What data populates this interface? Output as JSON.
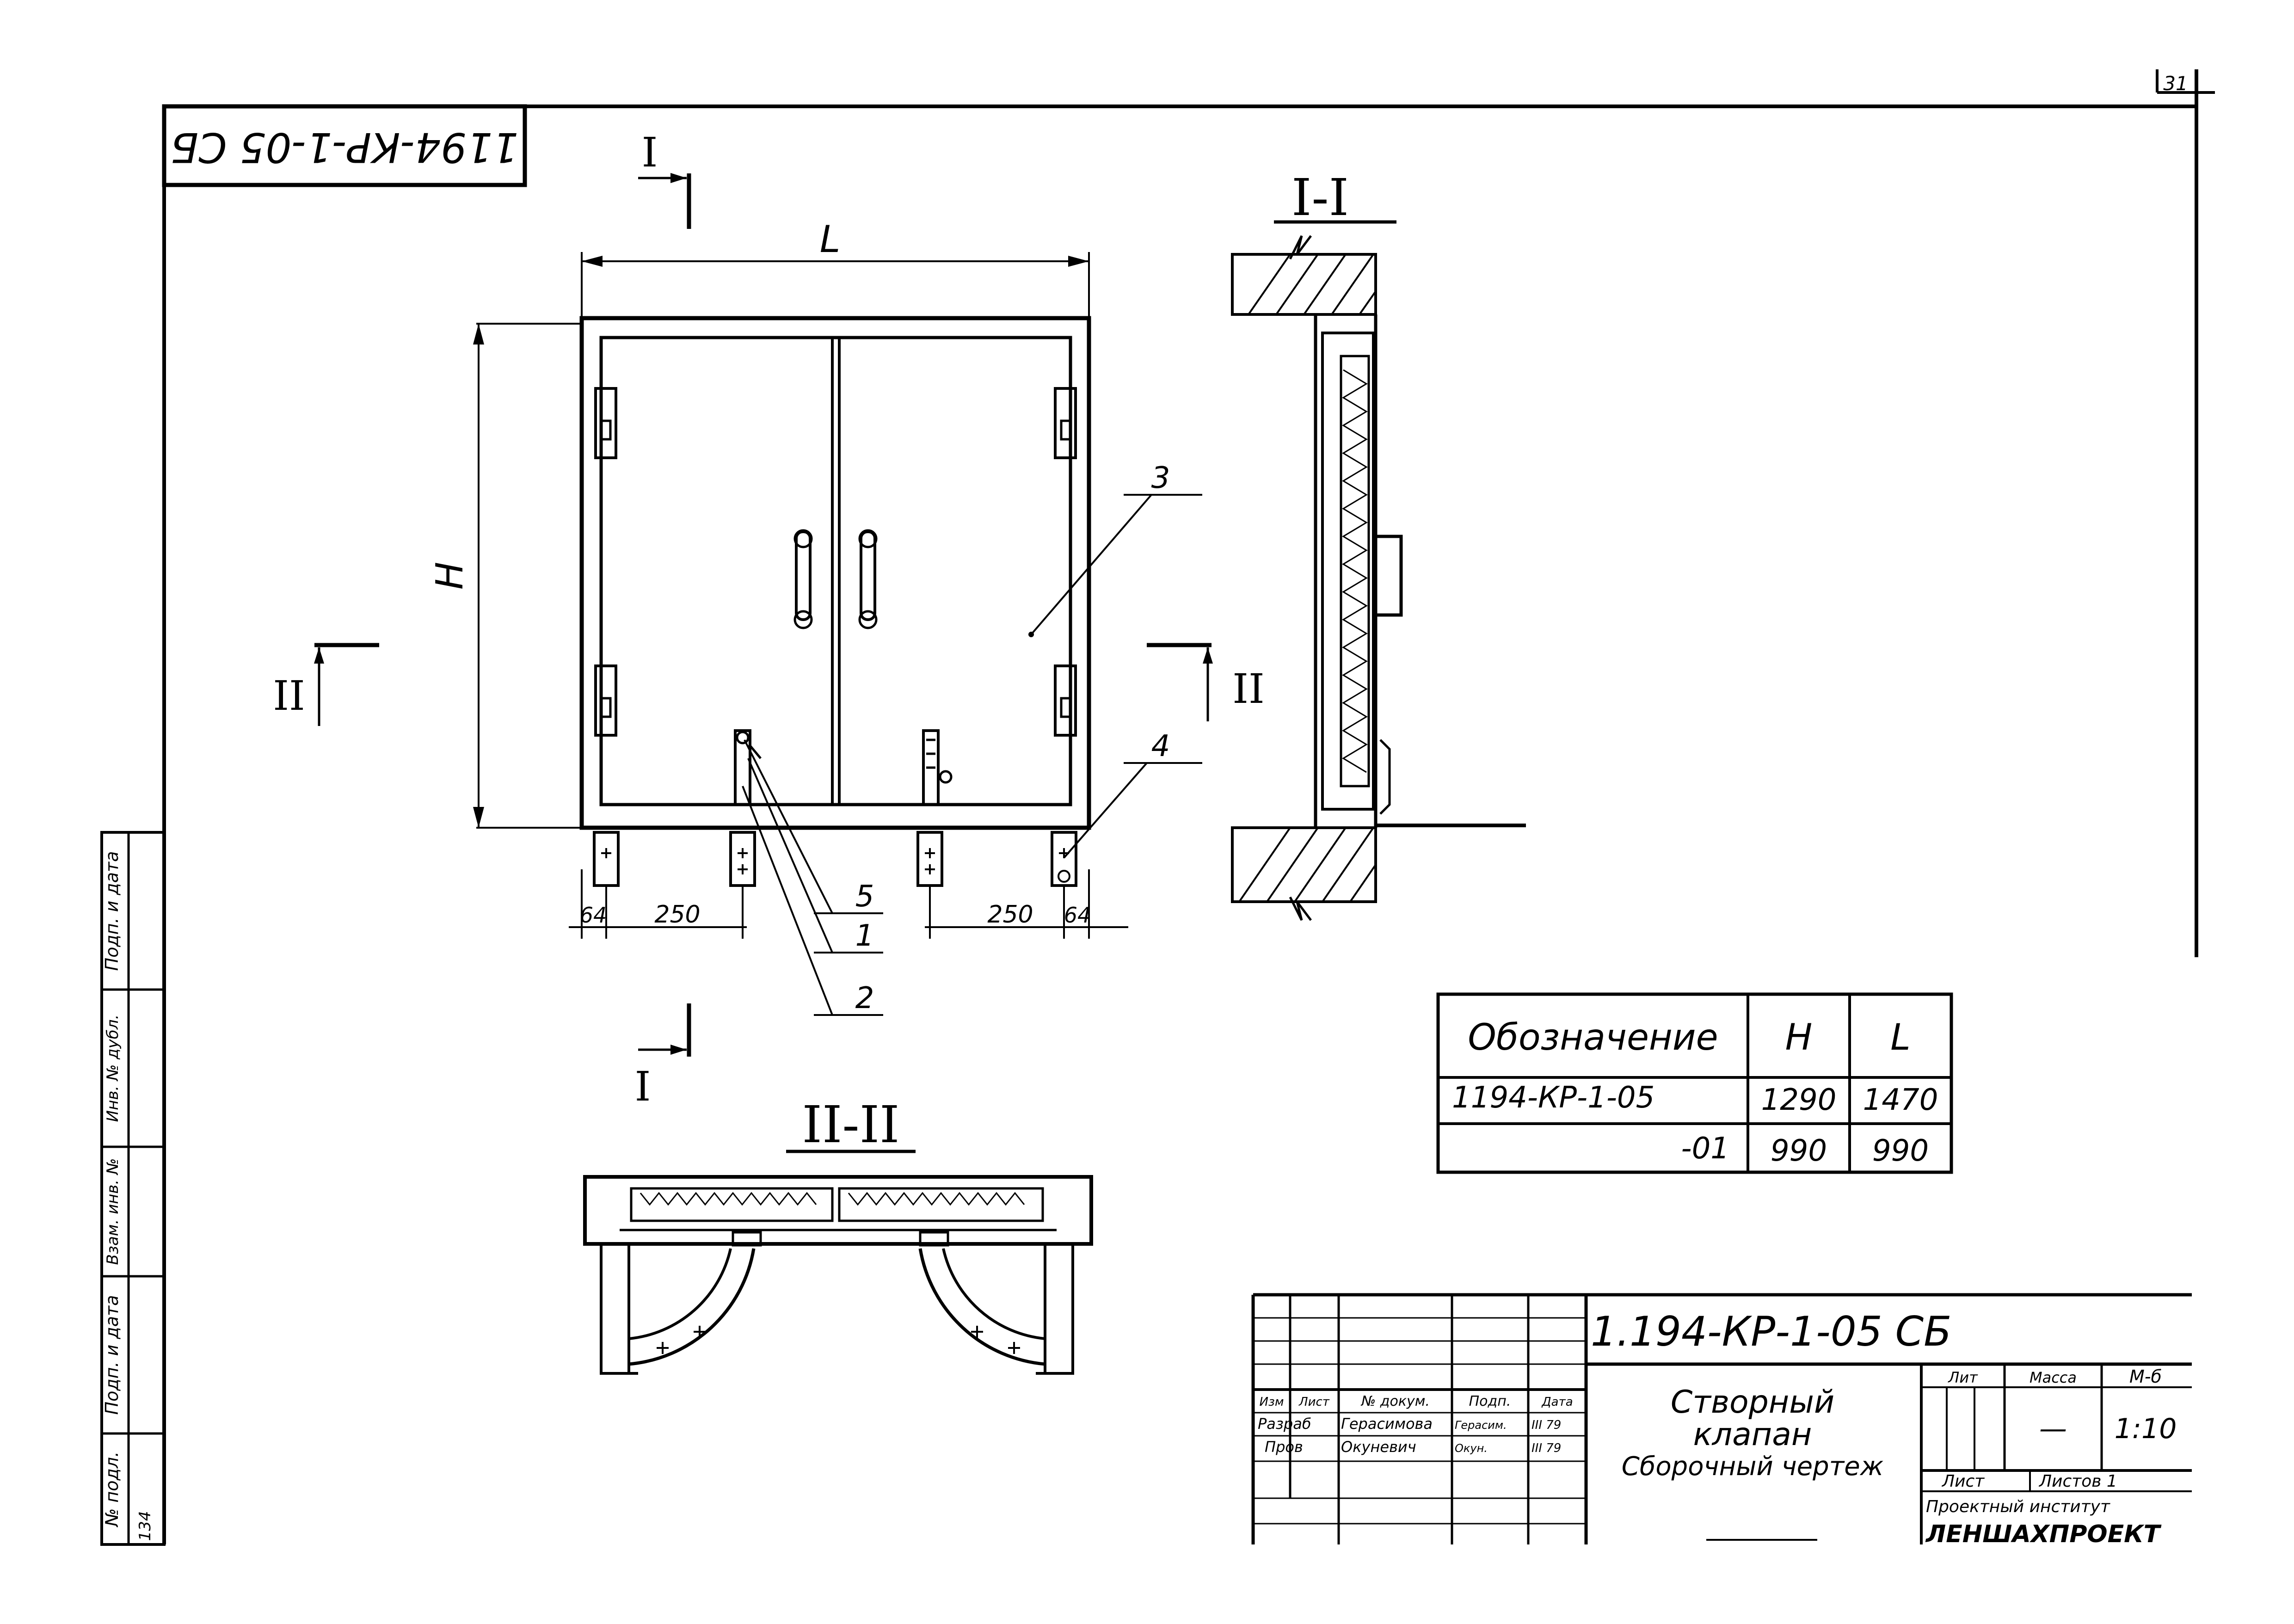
{
  "sheet_number": "31",
  "stamp_code": "1194-КР-1-05 СБ",
  "sections": {
    "section_mark_1": "I",
    "section_mark_2": "II",
    "section_title_1": "I-I",
    "section_title_2": "II-II"
  },
  "dimensions": {
    "width_symbol": "L",
    "height_symbol": "H",
    "offset_left": "64",
    "spacing_left": "250",
    "spacing_right": "250",
    "offset_right": "64"
  },
  "callouts": [
    "1",
    "2",
    "3",
    "4",
    "5"
  ],
  "variants_table": {
    "headers": [
      "Обозначение",
      "H",
      "L"
    ],
    "rows": [
      {
        "designation": "1194-КР-1-05",
        "h": "1290",
        "l": "1470"
      },
      {
        "designation": "-01",
        "h": "990",
        "l": "990"
      }
    ]
  },
  "side_stamp": [
    "Подп. и дата",
    "Инв. № дубл.",
    "Взам. инв. №",
    "Подп. и дата",
    "№ подл."
  ],
  "side_stamp_value": "134",
  "title_block": {
    "document_code": "1.194-КР-1-05 СБ",
    "headers": [
      "Изм",
      "Лист",
      "№ докум.",
      "Подп.",
      "Дата"
    ],
    "rows": [
      {
        "role": "Разраб",
        "name": "Герасимова",
        "signature": "Герасим.",
        "date": "III 79"
      },
      {
        "role": "Пров",
        "name": "Окуневич",
        "signature": "Окун.",
        "date": "III 79"
      }
    ],
    "title_line_1": "Створный",
    "title_line_2": "клапан",
    "title_line_3": "Сборочный чертеж",
    "lit_label": "Лит",
    "mass_label": "Масса",
    "scale_label": "М-б",
    "mass_value": "—",
    "scale_value": "1:10",
    "sheet_label": "Лист",
    "sheets_label": "Листов 1",
    "organization_line_1": "Проектный институт",
    "organization_line_2": "ЛЕНШАХПРОЕКТ"
  }
}
